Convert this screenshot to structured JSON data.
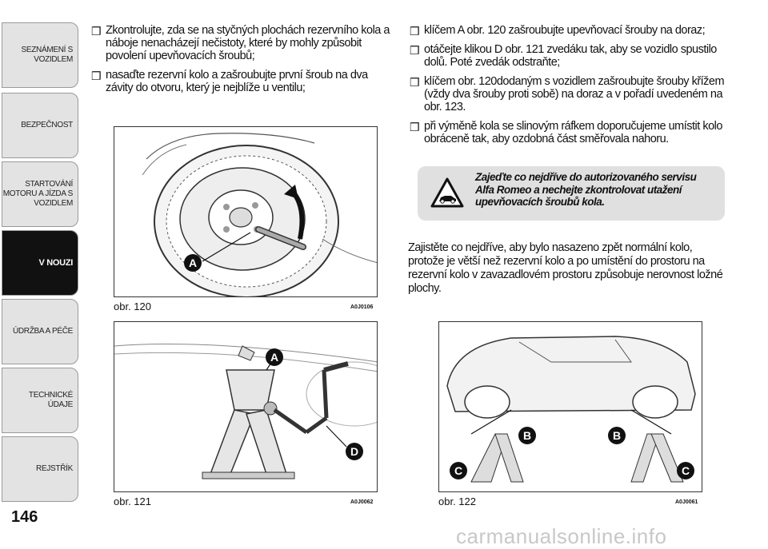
{
  "sidebar": {
    "tabs": [
      {
        "label": "SEZNÁMENÍ S VOZIDLEM",
        "active": false
      },
      {
        "label": "BEZPEČNOST",
        "active": false
      },
      {
        "label": "STARTOVÁNÍ MOTORU A JÍZDA S VOZIDLEM",
        "active": false
      },
      {
        "label": "V NOUZI",
        "active": true
      },
      {
        "label": "ÚDRŽBA A PÉČE",
        "active": false
      },
      {
        "label": "TECHNICKÉ ÚDAJE",
        "active": false
      },
      {
        "label": "REJSTŘÍK",
        "active": false
      }
    ]
  },
  "page_number": "146",
  "bullet_symbol": "❒",
  "left_bullets": [
    "Zkontrolujte, zda se na styčných plochách rezervního kola a náboje nenacházejí nečistoty, které by mohly způsobit povolení upevňovacích šroubů;",
    "nasaďte rezervní kolo a zašroubujte první šroub na dva závity do otvoru, který je nejblíže u ventilu;"
  ],
  "right_bullets": [
    "klíčem A obr. 120 zašroubujte upevňovací šrouby na doraz;",
    "otáčejte klikou D obr. 121 zvedáku tak, aby se vozidlo spustilo dolů. Poté zvedák odstraňte;",
    "klíčem obr. 120dodaným s vozidlem zašroubujte šrouby křížem (vždy dva šrouby proti sobě) na doraz a v pořadí uvedeném na obr. 123.",
    "při výměně kola se slinovým ráfkem doporučujeme umístit kolo obráceně tak, aby ozdobná část směřovala nahoru."
  ],
  "warning": {
    "text": "Zajeďte co nejdříve do autorizovaného servisu Alfa Romeo a nechejte zkontrolovat utažení upevňovacích šroubů kola.",
    "icon": "warning-triangle-car-icon"
  },
  "paragraph": "Zajistěte co nejdříve, aby bylo nasazeno zpět normální kolo, protože je větší než rezervní kolo a po umístění do prostoru na rezervní kolo v zavazadlovém prostoru způsobuje nerovnost ložné plochy.",
  "figures": [
    {
      "caption": "obr. 120",
      "code": "A0J0106",
      "labels": [
        "A"
      ]
    },
    {
      "caption": "obr. 121",
      "code": "A0J0062",
      "labels": [
        "A",
        "D"
      ]
    },
    {
      "caption": "obr. 122",
      "code": "A0J0061",
      "labels": [
        "B",
        "C",
        "B",
        "C"
      ]
    }
  ],
  "watermark": "carmanualsonline.info"
}
